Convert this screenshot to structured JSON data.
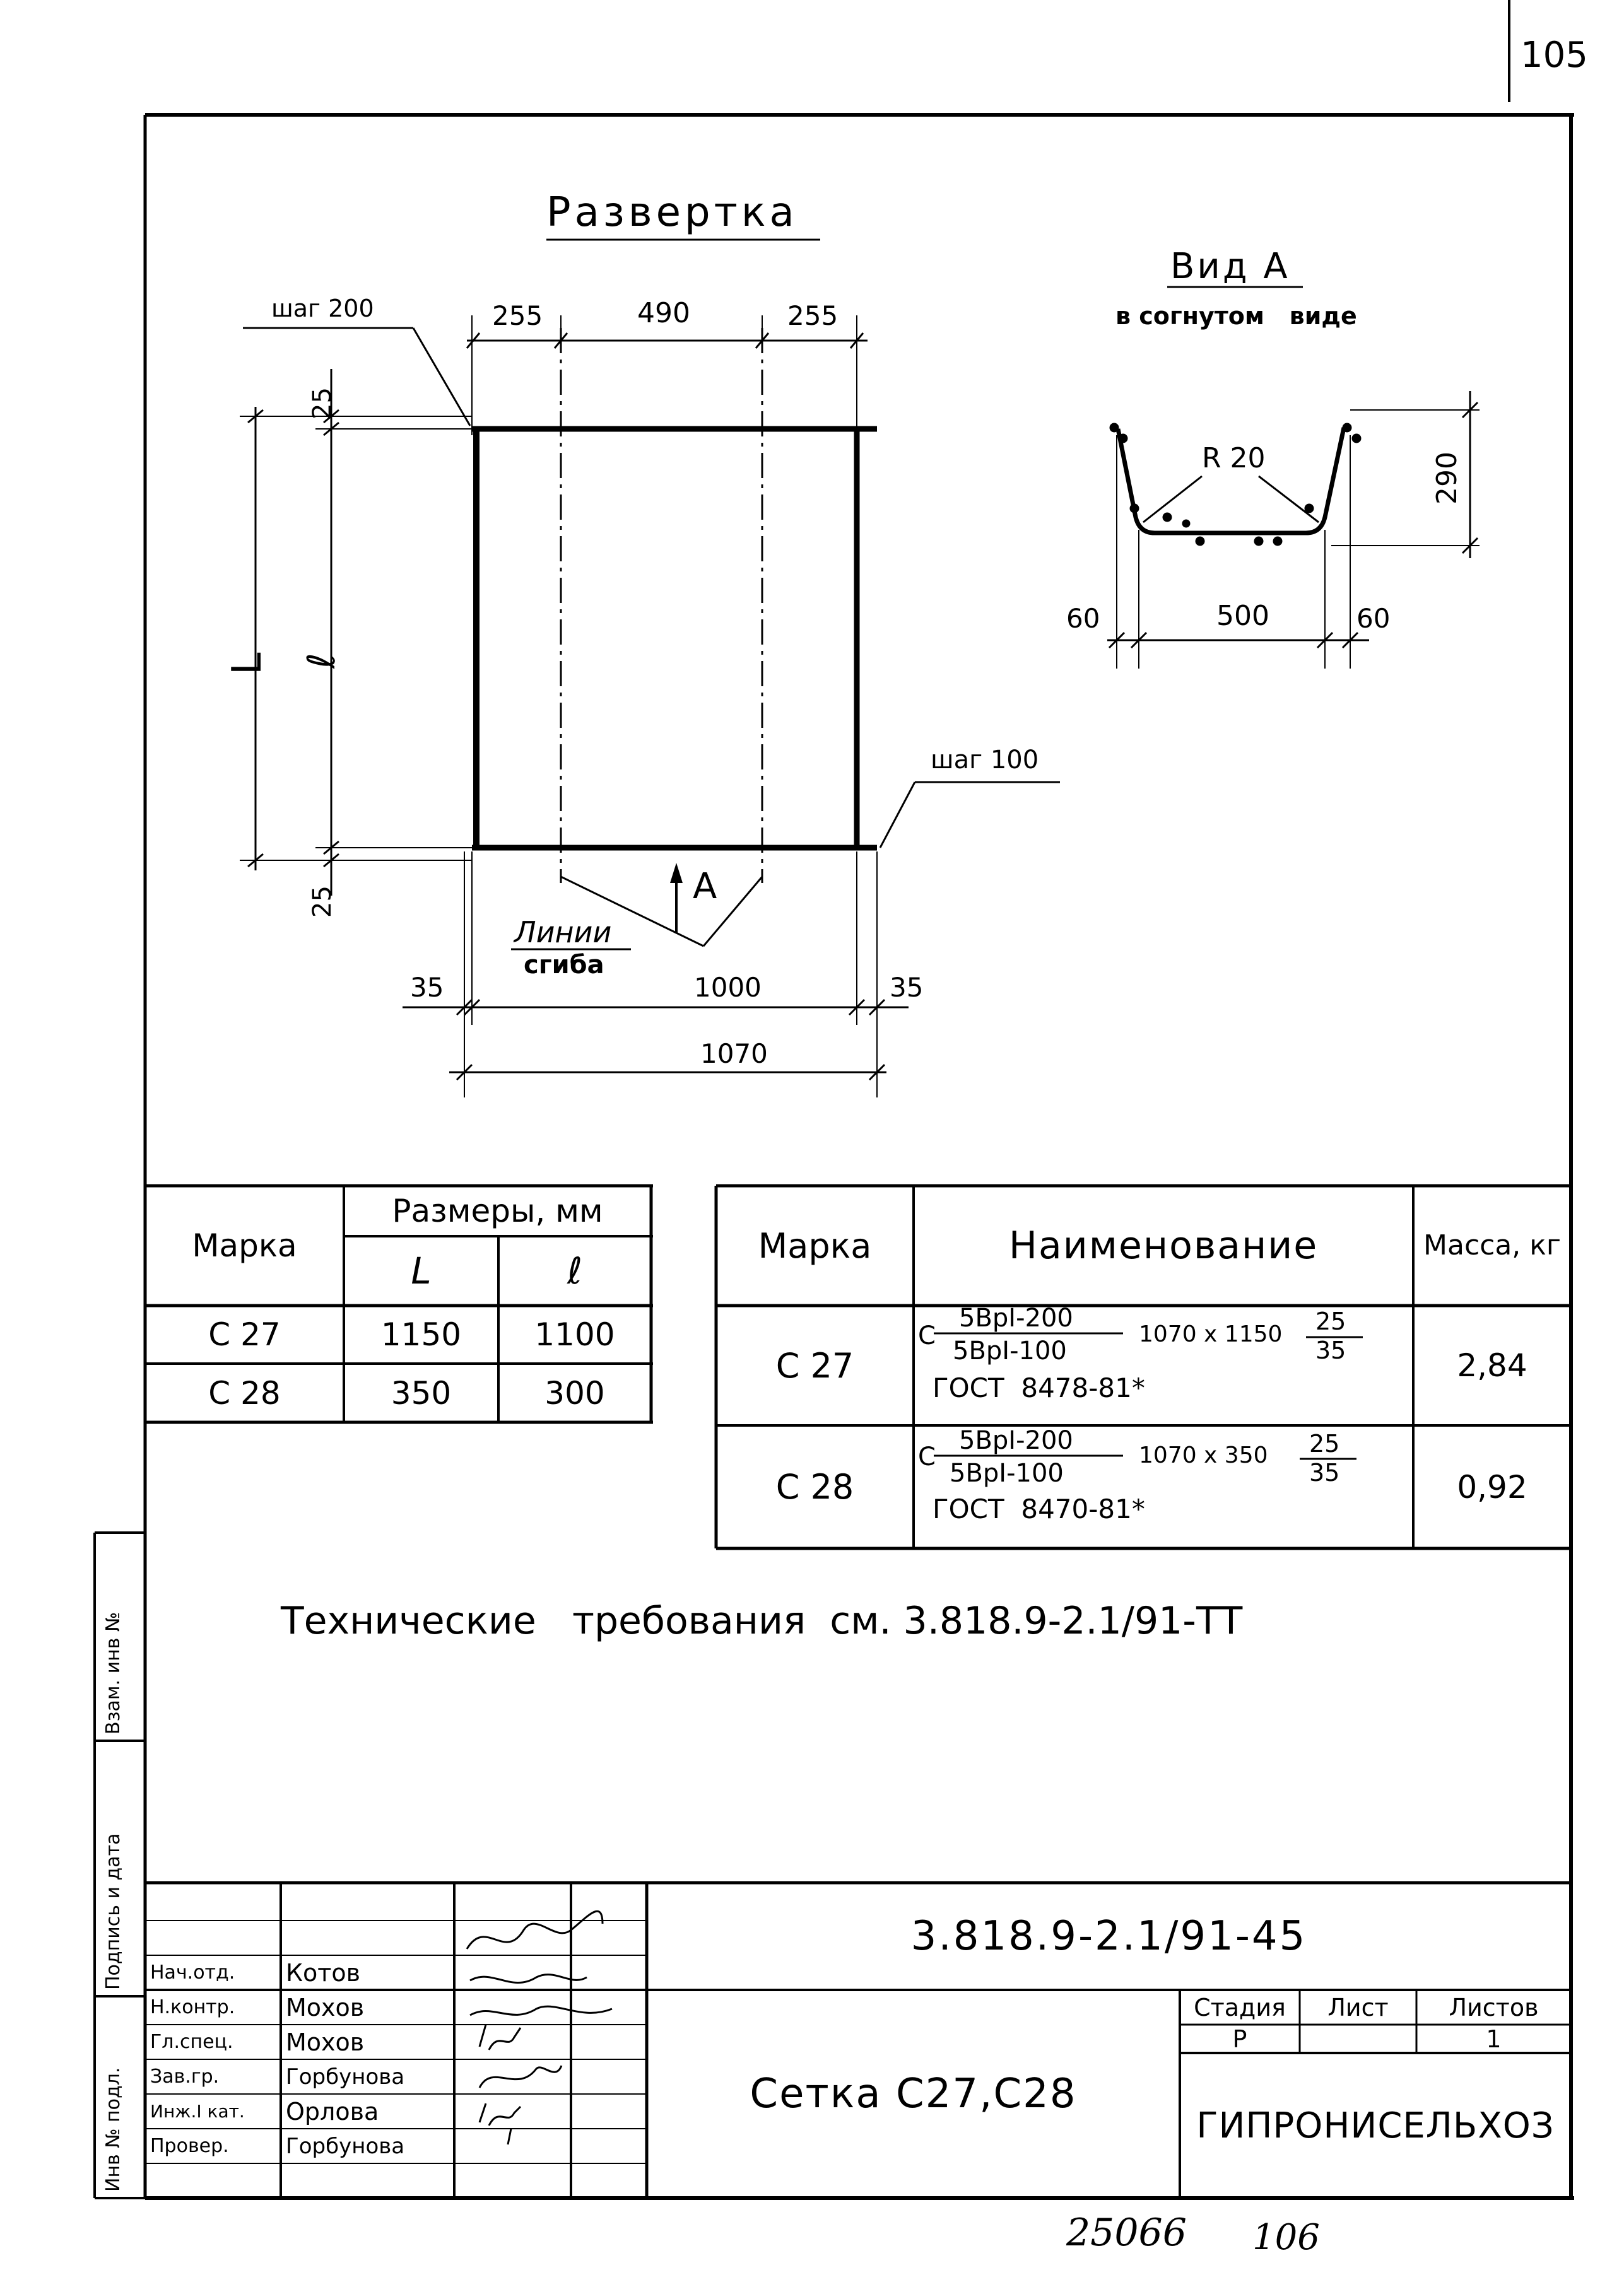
{
  "page": {
    "sheet_number": "105",
    "bottom_numbers": [
      "25066",
      "106"
    ]
  },
  "razvertka": {
    "title": "Развертка",
    "pitch_top": "шаг 200",
    "pitch_right": "шаг 100",
    "dims_top": [
      "255",
      "490",
      "255"
    ],
    "dim_25_top": "25",
    "dim_25_bottom": "25",
    "dim_L": "L",
    "dim_l": "ℓ",
    "arrow_label": "A",
    "bend_label_1": "Линии",
    "bend_label_2": "сгиба",
    "dim_35_left": "35",
    "dim_1000": "1000",
    "dim_35_right": "35",
    "dim_1070": "1070"
  },
  "vid_a": {
    "title": "Вид А",
    "subtitle": "в согнутом   виде",
    "radius": "R 20",
    "height": "290",
    "dim_60_left": "60",
    "dim_500": "500",
    "dim_60_right": "60"
  },
  "size_table": {
    "col_mark": "Марка",
    "col_sizes": "Размеры, мм",
    "col_L": "L",
    "col_l": "ℓ",
    "rows": [
      {
        "mark": "С 27",
        "L": "1150",
        "l": "1100"
      },
      {
        "mark": "С 28",
        "L": "350",
        "l": "300"
      }
    ]
  },
  "spec_table": {
    "col_mark": "Марка",
    "col_name": "Наименование",
    "col_mass": "Масса, кг",
    "rows": [
      {
        "mark": "С 27",
        "prefix": "С",
        "num": "5ВрI-200",
        "den": "5ВрI-100",
        "size": "1070 х 1150",
        "frac_num": "25",
        "frac_den": "35",
        "gost": "ГОСТ  8478-81*",
        "mass": "2,84"
      },
      {
        "mark": "С 28",
        "prefix": "С",
        "num": "5ВрI-200",
        "den": "5ВрI-100",
        "size": "1070 х 350",
        "frac_num": "25",
        "frac_den": "35",
        "gost": "ГОСТ  8470-81*",
        "mass": "0,92"
      }
    ]
  },
  "tech_req": "Технические   требования  см. 3.818.9-2.1/91-ТТ",
  "left_margin": {
    "inv_orig": "Инв № подл.",
    "sign_date": "Подпись и дата",
    "vzam": "Взам. инв №"
  },
  "title_block": {
    "doc_code": "3.818.9-2.1/91-45",
    "product_name": "Сетка С27,С28",
    "stage_label": "Стадия",
    "sheet_label": "Лист",
    "sheets_label": "Листов",
    "stage_value": "Р",
    "sheet_value": "",
    "sheets_value": "1",
    "organization": "ГИПРОНИСЕЛЬХОЗ",
    "people": [
      {
        "role": "Нач.отд.",
        "name": "Котов"
      },
      {
        "role": "Н.контр.",
        "name": "Мохов"
      },
      {
        "role": "Гл.спец.",
        "name": "Мохов"
      },
      {
        "role": "Зав.гр.",
        "name": "Горбунова"
      },
      {
        "role": "Инж.I кат.",
        "name": "Орлова"
      },
      {
        "role": "Провер.",
        "name": "Горбунова"
      }
    ]
  }
}
